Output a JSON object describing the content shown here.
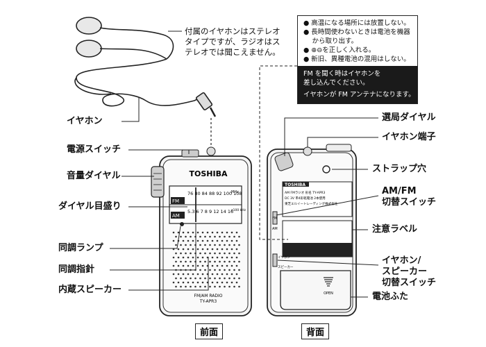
{
  "caution": {
    "items": [
      "● 高温になる場所には放置しない。",
      "● 長時間使わないときは電池を機器",
      "　 から取り出す。",
      "● ⊕⊖を正しく入れる。",
      "● 新旧、異種電池の混用はしない。"
    ],
    "fm_note_1": "FM を聞く時はイヤホンを",
    "fm_note_2": "差し込んでください。",
    "fm_note_3": "イヤホンが FM アンテナになります。"
  },
  "earphone_note": [
    "付属のイヤホンはステレオ",
    "タイプですが、ラジオはス",
    "テレオでは聞こえません。"
  ],
  "labels_front": {
    "earphone": "イヤホン",
    "power_switch": "電源スイッチ",
    "volume_dial": "音量ダイヤル",
    "dial_scale": "ダイヤル目盛り",
    "tuning_lamp": "同調ランプ",
    "tuning_pointer": "同調指針",
    "speaker": "内蔵スピーカー"
  },
  "labels_back": {
    "tuning_dial": "選局ダイヤル",
    "earphone_jack": "イヤホン端子",
    "strap_hole": "ストラップ穴",
    "amfm_switch_1": "AM/FM",
    "amfm_switch_2": "切替スイッチ",
    "caution_label": "注意ラベル",
    "earspk_switch_1": "イヤホン/",
    "earspk_switch_2": "スピーカー",
    "earspk_switch_3": "切替スイッチ",
    "battery_cover": "電池ふた"
  },
  "captions": {
    "front": "前面",
    "back": "背面"
  },
  "radio_front": {
    "brand": "TOSHIBA",
    "fm_label": "FM",
    "am_label": "AM",
    "fm_scale": "76 80 84 88 92 100 108",
    "fm_unit": "MHz",
    "am_scale": "5.3 6  7 8 9  12 14 16",
    "am_unit": "x100 kHz",
    "model_line1": "FM/AM RADIO",
    "model_line2": "TY-APR3"
  },
  "radio_back": {
    "brand": "TOSHIBA",
    "sticker_line1": "AM FMラジオ 形名 TY-APR3",
    "sticker_line2": "DC 3V  単4形乾電池 2本使用",
    "sticker_line3": "東芝エルイートレーディング株式会社",
    "switch_fm": "FM",
    "switch_am": "AM",
    "switch_ear": "イヤホン",
    "switch_spk": "スピーカー",
    "open": "OPEN"
  }
}
